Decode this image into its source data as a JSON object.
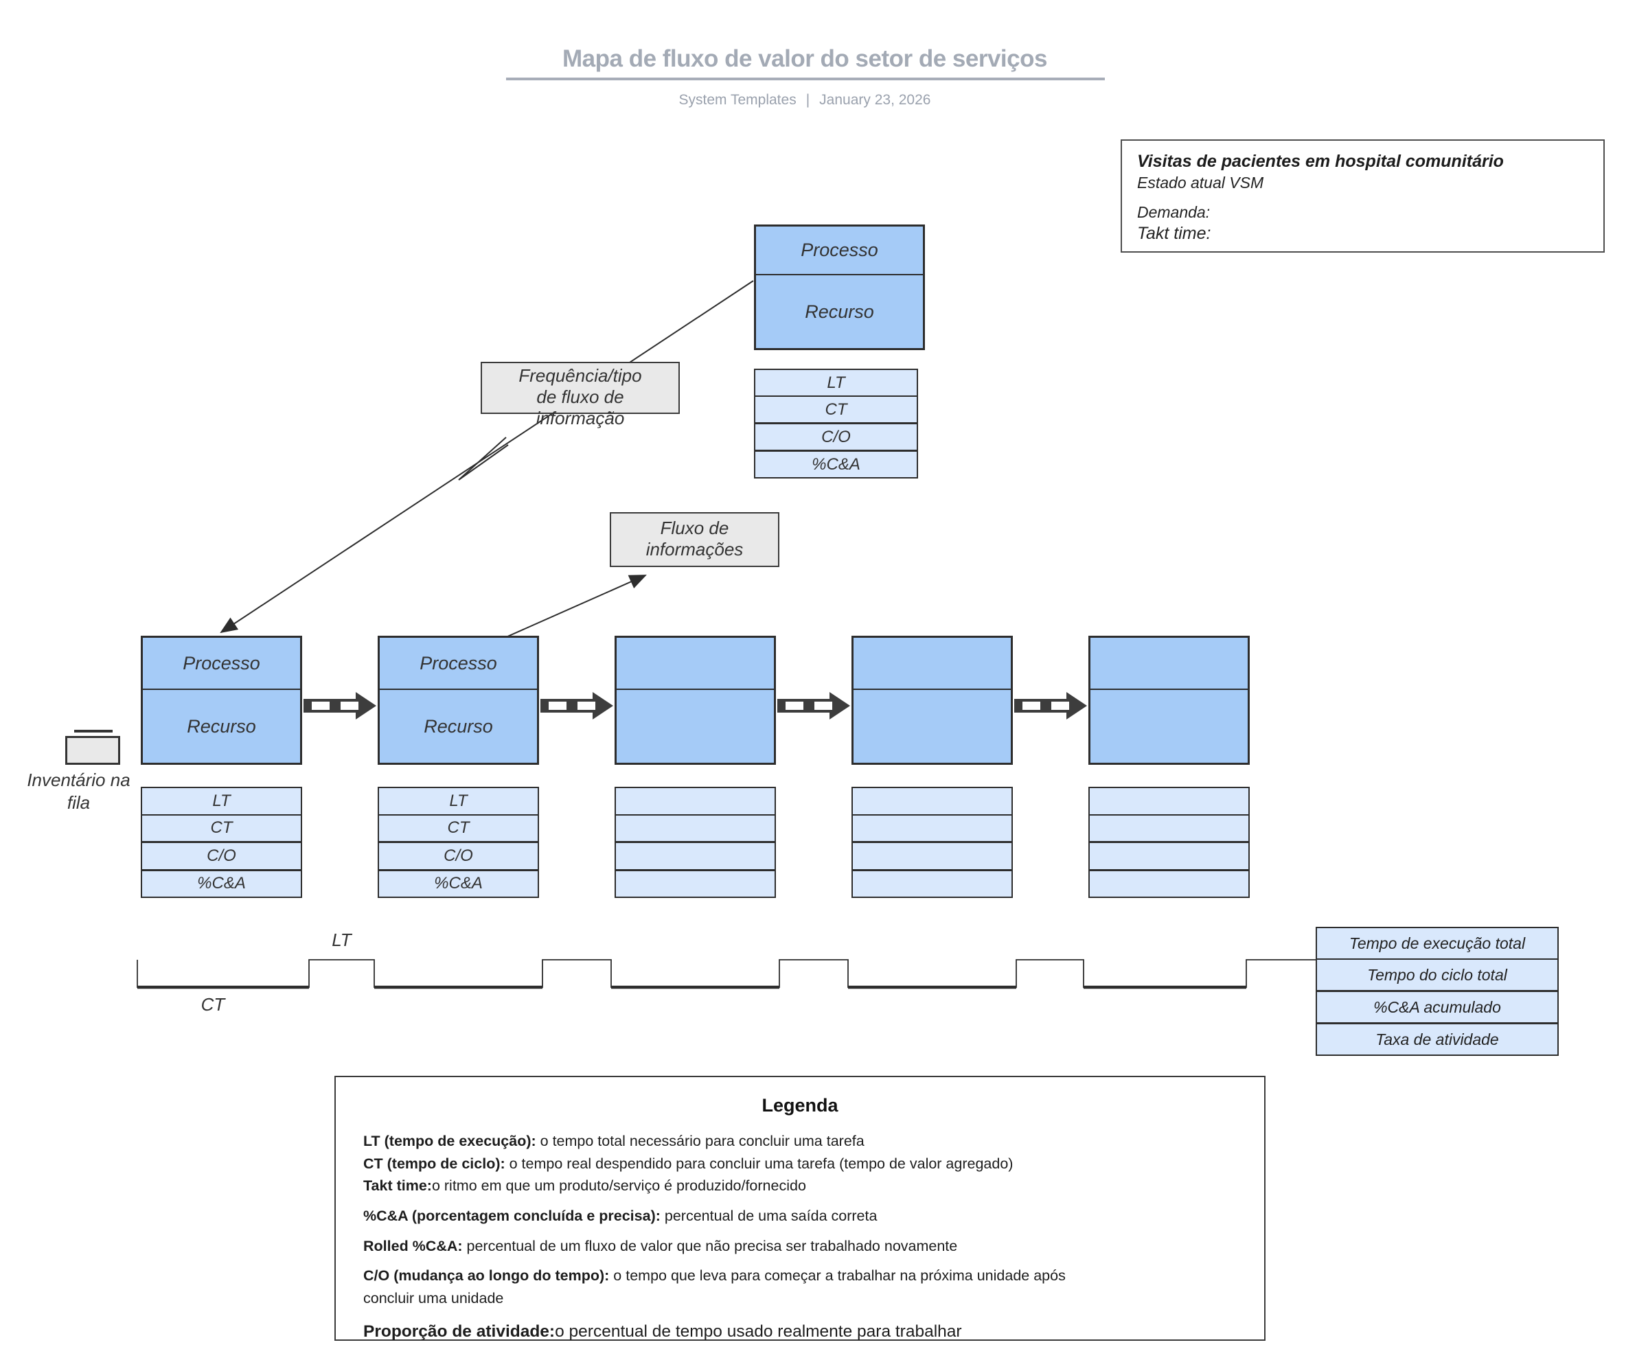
{
  "colors": {
    "process_fill": "#a5cbf7",
    "metrics_fill": "#d9e8fc",
    "note_fill": "#e9e9e9",
    "stroke": "#2d2d2d",
    "header_gray": "#a3aab5"
  },
  "header": {
    "title": "Mapa de fluxo de valor do setor de serviços",
    "byline": "System Templates",
    "divider": "|",
    "date": "January 23, 2026"
  },
  "info_box": {
    "title": "Visitas de pacientes em hospital comunitário",
    "state": "Estado atual VSM",
    "demand": "Demanda:",
    "takt": "Takt time:"
  },
  "supplier": {
    "title": "Processo",
    "resource": "Recurso",
    "metrics": [
      "LT",
      "CT",
      "C/O",
      "%C&A"
    ]
  },
  "notes": {
    "frequency": "Frequência/tipo\nde fluxo de\ninformação",
    "info_flow": "Fluxo de\ninformações"
  },
  "inventory_label": "Inventário na fila",
  "processes": [
    {
      "title": "Processo",
      "resource": "Recurso",
      "metrics": [
        "LT",
        "CT",
        "C/O",
        "%C&A"
      ]
    },
    {
      "title": "Processo",
      "resource": "Recurso",
      "metrics": [
        "LT",
        "CT",
        "C/O",
        "%C&A"
      ]
    },
    {
      "title": "",
      "resource": "",
      "metrics": [
        "",
        "",
        "",
        ""
      ]
    },
    {
      "title": "",
      "resource": "",
      "metrics": [
        "",
        "",
        "",
        ""
      ]
    },
    {
      "title": "",
      "resource": "",
      "metrics": [
        "",
        "",
        "",
        ""
      ]
    }
  ],
  "timeline": {
    "lt": "LT",
    "ct": "CT"
  },
  "totals": [
    "Tempo de execução total",
    "Tempo do ciclo total",
    "%C&A acumulado",
    "Taxa de atividade"
  ],
  "legend": {
    "title": "Legenda",
    "items": [
      {
        "term": "LT (tempo de execução):",
        "def": " o tempo total necessário para concluir uma tarefa"
      },
      {
        "term": "CT (tempo de ciclo):",
        "def": " o tempo real despendido para concluir uma tarefa (tempo de valor agregado)"
      },
      {
        "term": "Takt time:",
        "def": "o ritmo em que um produto/serviço é produzido/fornecido"
      },
      {
        "term": "%C&A (porcentagem concluída e precisa):",
        "def": " percentual de uma saída correta"
      },
      {
        "term": "Rolled %C&A:",
        "def": " percentual de um fluxo de valor que não precisa ser trabalhado novamente"
      },
      {
        "term": "C/O (mudança ao longo do tempo):",
        "def": " o tempo que leva para começar a trabalhar na próxima unidade após concluir uma unidade"
      },
      {
        "term": "Proporção de atividade:",
        "def": "o percentual de tempo usado realmente para trabalhar"
      }
    ]
  }
}
